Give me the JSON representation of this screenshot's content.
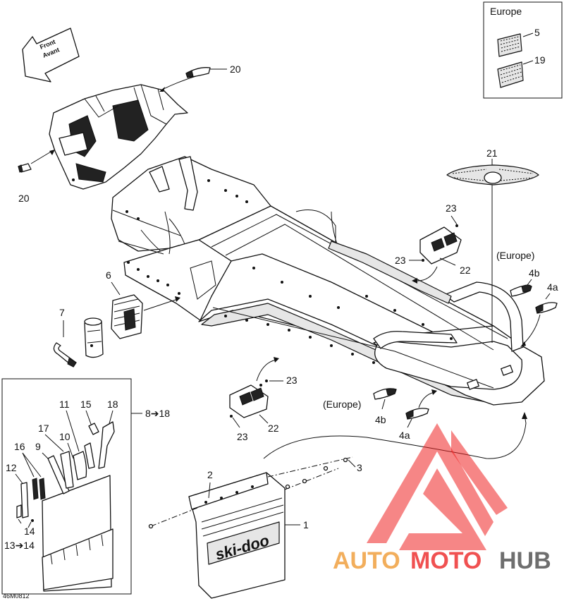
{
  "labels": {
    "europe_box": "Europe",
    "front": "Front",
    "avant": "Avant",
    "n1": "1",
    "n2": "2",
    "n3": "3",
    "n4a_top": "4a",
    "n4b_top": "4b",
    "n4a_bottom": "4a",
    "n4b_bottom": "4b",
    "n5": "5",
    "n6": "6",
    "n7": "7",
    "n8_18": "8➔18",
    "n9": "9",
    "n10": "10",
    "n11": "11",
    "n12": "12",
    "n13_14": "13➔14",
    "n14": "14",
    "n15": "15",
    "n16": "16",
    "n17": "17",
    "n18": "18",
    "n19": "19",
    "n20_top": "20",
    "n20_left": "20",
    "n21": "21",
    "n22_top": "22",
    "n22_bottom": "22",
    "n23_top_a": "23",
    "n23_top_b": "23",
    "n23_bottom_a": "23",
    "n23_bottom_b": "23",
    "europe_paren_top": "(Europe)",
    "europe_paren_bottom": "(Europe)",
    "figure_id": "46M0812",
    "flap_brand": "ski-doo"
  },
  "watermark": {
    "auto": "AUTO",
    "moto": "MOTO",
    "hub": "HUB",
    "colors": {
      "auto": "#f0a040",
      "moto": "#ee3333",
      "hub": "#555555",
      "triangle": "#ee2222"
    }
  }
}
